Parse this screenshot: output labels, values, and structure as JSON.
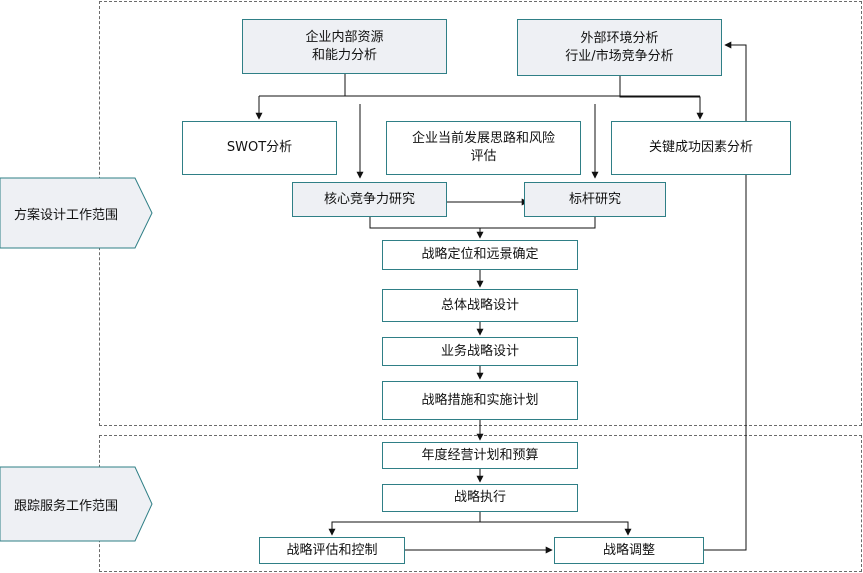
{
  "zones": {
    "design_label": "方案设计工作范围",
    "service_label": "跟踪服务工作范围"
  },
  "nodes": {
    "internal": "企业内部资源\n和能力分析",
    "external": "外部环境分析\n行业/市场竞争分析",
    "swot": "SWOT分析",
    "risk": "企业当前发展思路和风险\n评估",
    "ksf": "关键成功因素分析",
    "core": "核心竞争力研究",
    "benchmark": "标杆研究",
    "positioning": "战略定位和远景确定",
    "overall": "总体战略设计",
    "business": "业务战略设计",
    "measures": "战略措施和实施计划",
    "annual": "年度经营计划和预算",
    "execute": "战略执行",
    "evaluate": "战略评估和控制",
    "adjust": "战略调整"
  }
}
